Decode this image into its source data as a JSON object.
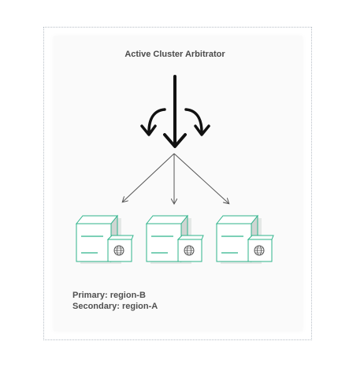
{
  "title": "Active Cluster Arbitrator",
  "regions": {
    "primary": "Primary: region-B",
    "secondary": "Secondary: region-A"
  },
  "icons": {
    "arbitrator": "arbitrator-redirect-arrows-icon",
    "server": "server-tower-with-globe-icon"
  },
  "colors": {
    "server_stroke": "#2db38a",
    "server_shadow": "#c9d7d1",
    "arrow": "#111111",
    "connector": "#555555",
    "text": "#4a4a4a"
  }
}
